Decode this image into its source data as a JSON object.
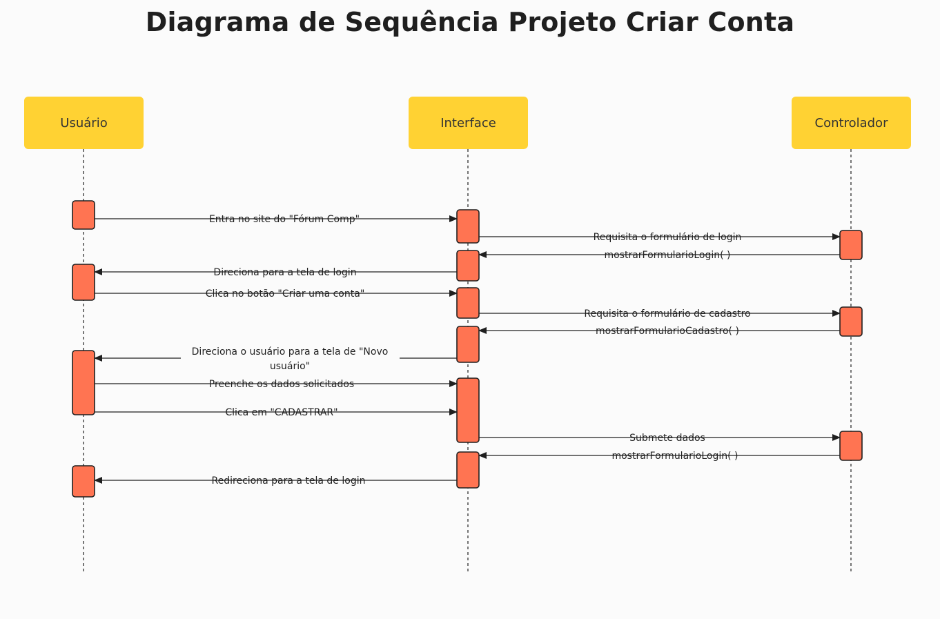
{
  "title": "Diagrama de Sequência Projeto Criar Conta",
  "colors": {
    "actor_fill": "#ffd233",
    "activation_fill": "#ff7452",
    "line": "#1f1f1f",
    "background": "#fbfbfb"
  },
  "participants": [
    {
      "id": "usuario",
      "label": "Usuário"
    },
    {
      "id": "interface",
      "label": "Interface"
    },
    {
      "id": "controlador",
      "label": "Controlador"
    }
  ],
  "messages": [
    {
      "from": "usuario",
      "to": "interface",
      "label": "Entra no site do \"Fórum Comp\""
    },
    {
      "from": "interface",
      "to": "controlador",
      "label": "Requisita o formulário de login"
    },
    {
      "from": "controlador",
      "to": "interface",
      "label": "mostrarFormularioLogin( )"
    },
    {
      "from": "interface",
      "to": "usuario",
      "label": "Direciona para a tela de login"
    },
    {
      "from": "usuario",
      "to": "interface",
      "label": "Clica no botão \"Criar uma conta\""
    },
    {
      "from": "interface",
      "to": "controlador",
      "label": "Requisita o formulário de cadastro"
    },
    {
      "from": "controlador",
      "to": "interface",
      "label": "mostrarFormularioCadastro( )"
    },
    {
      "from": "interface",
      "to": "usuario",
      "label": "Direciona o usuário para a tela de \"Novo usuário\""
    },
    {
      "from": "usuario",
      "to": "interface",
      "label": "Preenche os dados solicitados"
    },
    {
      "from": "usuario",
      "to": "interface",
      "label": "Clica em \"CADASTRAR\""
    },
    {
      "from": "interface",
      "to": "controlador",
      "label": "Submete dados"
    },
    {
      "from": "controlador",
      "to": "interface",
      "label": "mostrarFormularioLogin( )"
    },
    {
      "from": "interface",
      "to": "usuario",
      "label": "Redireciona para a tela de login"
    }
  ]
}
